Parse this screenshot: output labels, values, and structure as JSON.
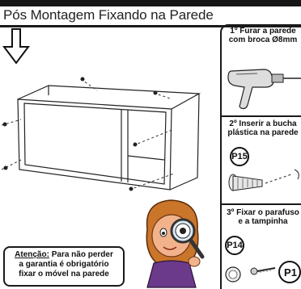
{
  "header": {
    "title": "Pós Montagem Fixando na Parede"
  },
  "steps": [
    {
      "title_line1": "1º Furar a parede",
      "title_line2": "com broca Ø8mm"
    },
    {
      "title_line1": "2º Inserir a bucha",
      "title_line2": "plástica na parede",
      "part_code": "P15"
    },
    {
      "title_line1": "3º Fixar o parafuso",
      "title_line2": "e a tampinha",
      "part_codes": [
        "P14",
        "P1"
      ]
    }
  ],
  "notice": {
    "highlight": "Atenção:",
    "line1": " Para não perder",
    "line2": "a garantia é obrigatório",
    "line3": "fixar o móvel na parede"
  },
  "icons": {
    "direction": "down-arrow-icon",
    "tool": "drill-icon",
    "mascot": "magnifier-mascot-icon"
  }
}
